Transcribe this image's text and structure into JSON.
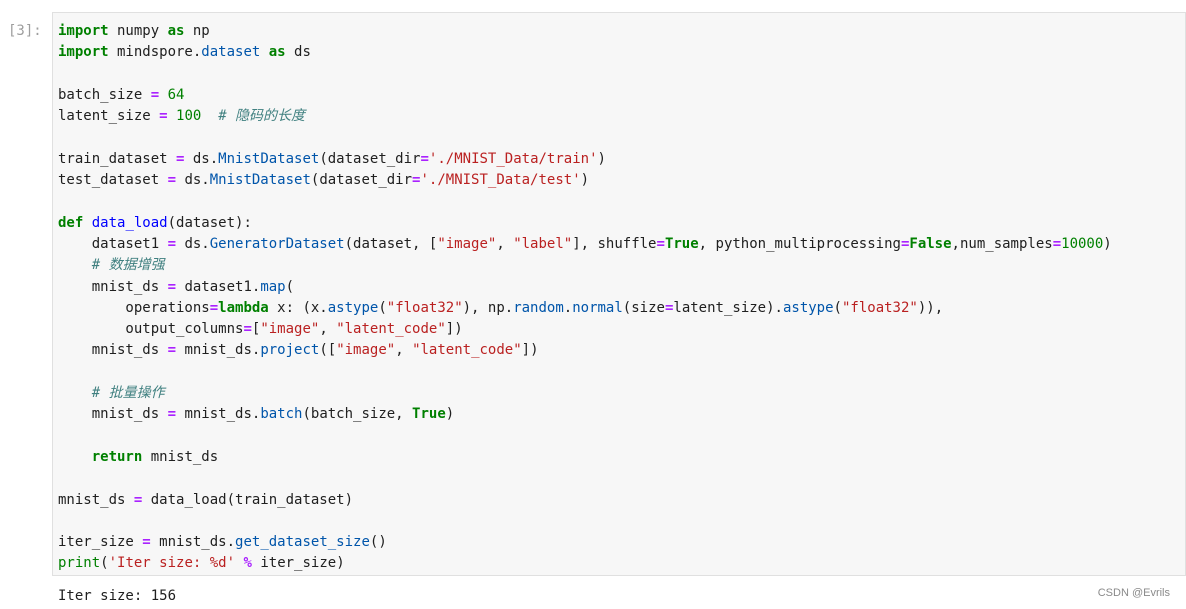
{
  "cell": {
    "prompt": "[3]:",
    "output": "Iter size: 156"
  },
  "code": {
    "l1": {
      "t1": "import",
      "t2": " numpy ",
      "t3": "as",
      "t4": " np"
    },
    "l2": {
      "t1": "import",
      "t2": " mindspore.",
      "t3": "dataset",
      "t4": " ",
      "t5": "as",
      "t6": " ds"
    },
    "l4": {
      "t1": "batch_size ",
      "t2": "=",
      "t3": " ",
      "t4": "64"
    },
    "l5": {
      "t1": "latent_size ",
      "t2": "=",
      "t3": " ",
      "t4": "100",
      "t5": "  ",
      "t6": "# 隐码的长度"
    },
    "l7": {
      "t1": "train_dataset ",
      "t2": "=",
      "t3": " ds.",
      "t4": "MnistDataset",
      "t5": "(dataset_dir",
      "t6": "=",
      "t7": "'./MNIST_Data/train'",
      "t8": ")"
    },
    "l8": {
      "t1": "test_dataset ",
      "t2": "=",
      "t3": " ds.",
      "t4": "MnistDataset",
      "t5": "(dataset_dir",
      "t6": "=",
      "t7": "'./MNIST_Data/test'",
      "t8": ")"
    },
    "l10": {
      "t1": "def",
      "t2": " ",
      "t3": "data_load",
      "t4": "(dataset):"
    },
    "l11": {
      "t1": "    dataset1 ",
      "t2": "=",
      "t3": " ds.",
      "t4": "GeneratorDataset",
      "t5": "(dataset, [",
      "t6": "\"image\"",
      "t7": ", ",
      "t8": "\"label\"",
      "t9": "], shuffle",
      "t10": "=",
      "t11": "True",
      "t12": ", python_multiprocessing",
      "t13": "=",
      "t14": "False",
      "t15": ",num_samples",
      "t16": "=",
      "t17": "10000",
      "t18": ")"
    },
    "l12": {
      "t1": "    ",
      "t2": "# 数据增强"
    },
    "l13": {
      "t1": "    mnist_ds ",
      "t2": "=",
      "t3": " dataset1.",
      "t4": "map",
      "t5": "("
    },
    "l14": {
      "t1": "        operations",
      "t2": "=",
      "t3": "lambda",
      "t4": " x: (x.",
      "t5": "astype",
      "t6": "(",
      "t7": "\"float32\"",
      "t8": "), np.",
      "t9": "random",
      "t10": ".",
      "t11": "normal",
      "t12": "(size",
      "t13": "=",
      "t14": "latent_size).",
      "t15": "astype",
      "t16": "(",
      "t17": "\"float32\"",
      "t18": ")),"
    },
    "l15": {
      "t1": "        output_columns",
      "t2": "=",
      "t3": "[",
      "t4": "\"image\"",
      "t5": ", ",
      "t6": "\"latent_code\"",
      "t7": "])"
    },
    "l16": {
      "t1": "    mnist_ds ",
      "t2": "=",
      "t3": " mnist_ds.",
      "t4": "project",
      "t5": "([",
      "t6": "\"image\"",
      "t7": ", ",
      "t8": "\"latent_code\"",
      "t9": "])"
    },
    "l18": {
      "t1": "    ",
      "t2": "# 批量操作"
    },
    "l19": {
      "t1": "    mnist_ds ",
      "t2": "=",
      "t3": " mnist_ds.",
      "t4": "batch",
      "t5": "(batch_size, ",
      "t6": "True",
      "t7": ")"
    },
    "l21": {
      "t1": "    ",
      "t2": "return",
      "t3": " mnist_ds"
    },
    "l23": {
      "t1": "mnist_ds ",
      "t2": "=",
      "t3": " data_load(train_dataset)"
    },
    "l25": {
      "t1": "iter_size ",
      "t2": "=",
      "t3": " mnist_ds.",
      "t4": "get_dataset_size",
      "t5": "()"
    },
    "l26": {
      "t1": "print",
      "t2": "(",
      "t3": "'Iter size: %d'",
      "t4": " ",
      "t5": "%",
      "t6": " iter_size)"
    }
  },
  "watermark": "CSDN @Evrils"
}
